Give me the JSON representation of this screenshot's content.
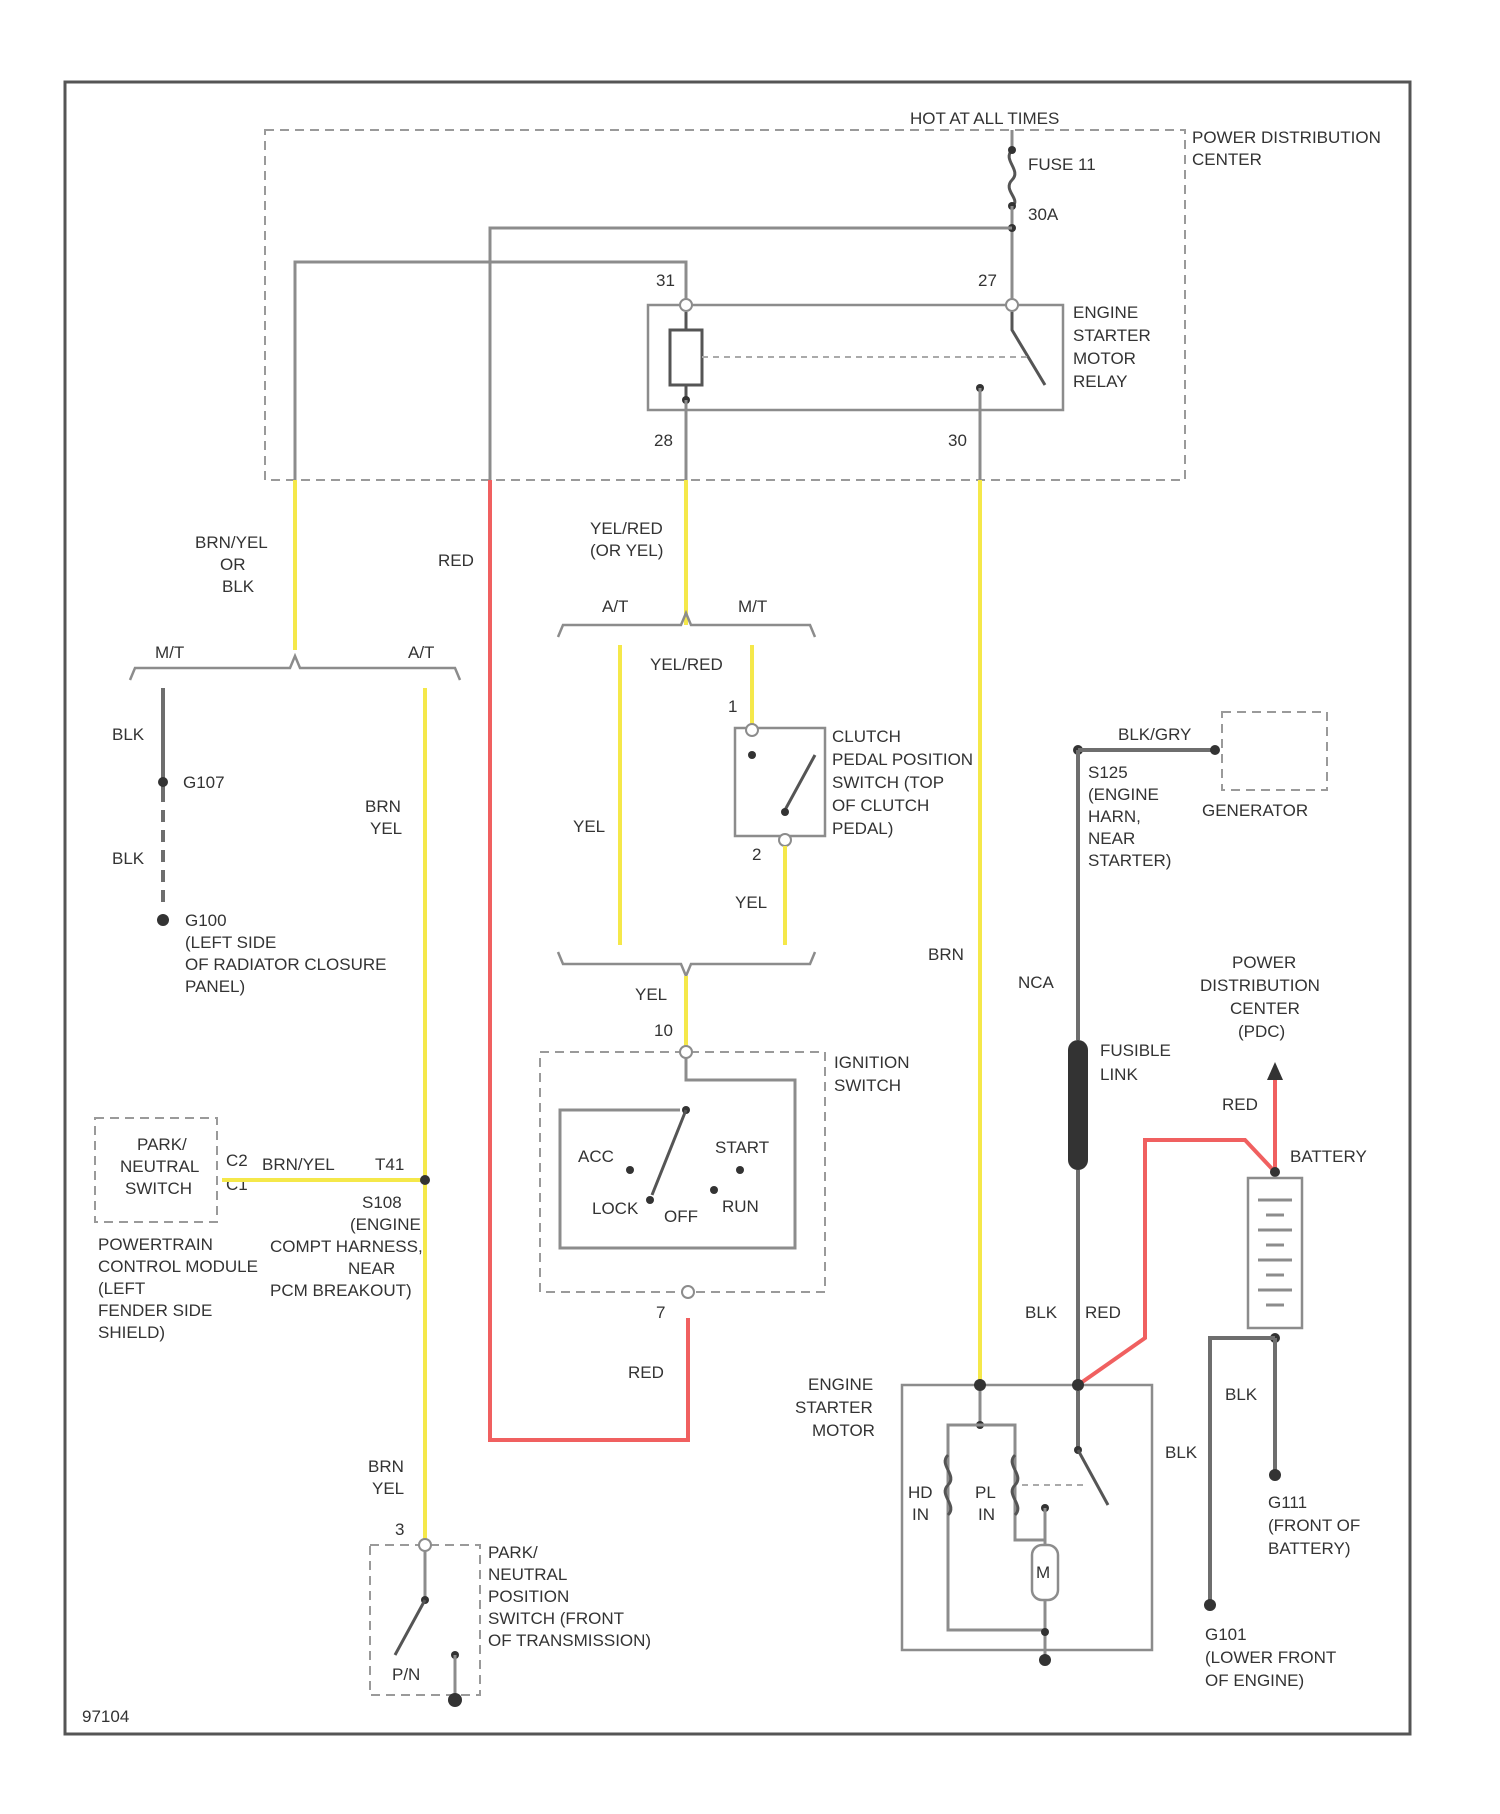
{
  "colors": {
    "yellow": "#f5e84a",
    "red": "#f06060",
    "gray": "#8c8c8c"
  },
  "labels": {
    "hot": "HOT AT ALL TIMES",
    "pdc": [
      "POWER DISTRIBUTION",
      "CENTER"
    ],
    "fuse": "FUSE 11",
    "amp": "30A",
    "relay": [
      "ENGINE",
      "STARTER",
      "MOTOR",
      "RELAY"
    ],
    "t31": "31",
    "t27": "27",
    "t28": "28",
    "t30": "30",
    "brn_yel_or_blk": [
      "BRN/YEL",
      "OR",
      "BLK"
    ],
    "red_wire": "RED",
    "yel_red_or_yel": [
      "YEL/RED",
      "(OR YEL)"
    ],
    "mt_left": "M/T",
    "at_left": "A/T",
    "at_mid": "A/T",
    "mt_mid": "M/T",
    "yel_red": "YEL/RED",
    "blk1": "BLK",
    "g107": "G107",
    "blk2": "BLK",
    "g100": [
      "G100",
      "(LEFT SIDE",
      "OF RADIATOR CLOSURE",
      "PANEL)"
    ],
    "brn_yel_left": [
      "BRN",
      "YEL"
    ],
    "yel_mid": "YEL",
    "clutch_t1": "1",
    "clutch_t2": "2",
    "clutch": [
      "CLUTCH",
      "PEDAL POSITION",
      "SWITCH (TOP",
      "OF CLUTCH",
      "PEDAL)"
    ],
    "yel_mid2": "YEL",
    "brn": "BRN",
    "blk_gry": "BLK/GRY",
    "generator": "GENERATOR",
    "s125": [
      "S125",
      "(ENGINE",
      "HARN,",
      "NEAR",
      "STARTER)"
    ],
    "nca": "NCA",
    "fusible": [
      "FUSIBLE",
      "LINK"
    ],
    "pdc2": [
      "POWER",
      "DISTRIBUTION",
      "CENTER",
      "(PDC)"
    ],
    "red2": "RED",
    "battery": "BATTERY",
    "yel_bottom": "YEL",
    "t10": "10",
    "ign": [
      "IGNITION",
      "SWITCH"
    ],
    "acc": "ACC",
    "start": "START",
    "lock": "LOCK",
    "off": "OFF",
    "run": "RUN",
    "t7": "7",
    "red3": "RED",
    "pns_box": [
      "PARK/",
      "NEUTRAL",
      "SWITCH"
    ],
    "pin_c2": "C2",
    "pin_c1": "C1",
    "brn_yel_mid": "BRN/YEL",
    "t41": "T41",
    "s108": [
      "S108",
      "(ENGINE",
      "COMPT HARNESS,",
      "NEAR",
      "PCM BREAKOUT)"
    ],
    "pcm": [
      "POWERTRAIN",
      "CONTROL MODULE",
      "(LEFT",
      "FENDER SIDE",
      "SHIELD)"
    ],
    "blk_red_a": "BLK",
    "blk_red_b": "RED",
    "starter": [
      "ENGINE",
      "STARTER",
      "MOTOR"
    ],
    "blk3": "BLK",
    "blk4": "BLK",
    "hd": [
      "HD",
      "IN"
    ],
    "pl": [
      "PL",
      "IN"
    ],
    "g111": [
      "G111",
      "(FRONT OF",
      "BATTERY)"
    ],
    "g101": [
      "G101",
      "(LOWER FRONT",
      "OF ENGINE)"
    ],
    "brn_yel_bottom": [
      "BRN",
      "YEL"
    ],
    "t3": "3",
    "pnp": [
      "PARK/",
      "NEUTRAL",
      "POSITION",
      "SWITCH (FRONT",
      "OF TRANSMISSION)"
    ],
    "pn": "P/N",
    "code": "97104"
  }
}
